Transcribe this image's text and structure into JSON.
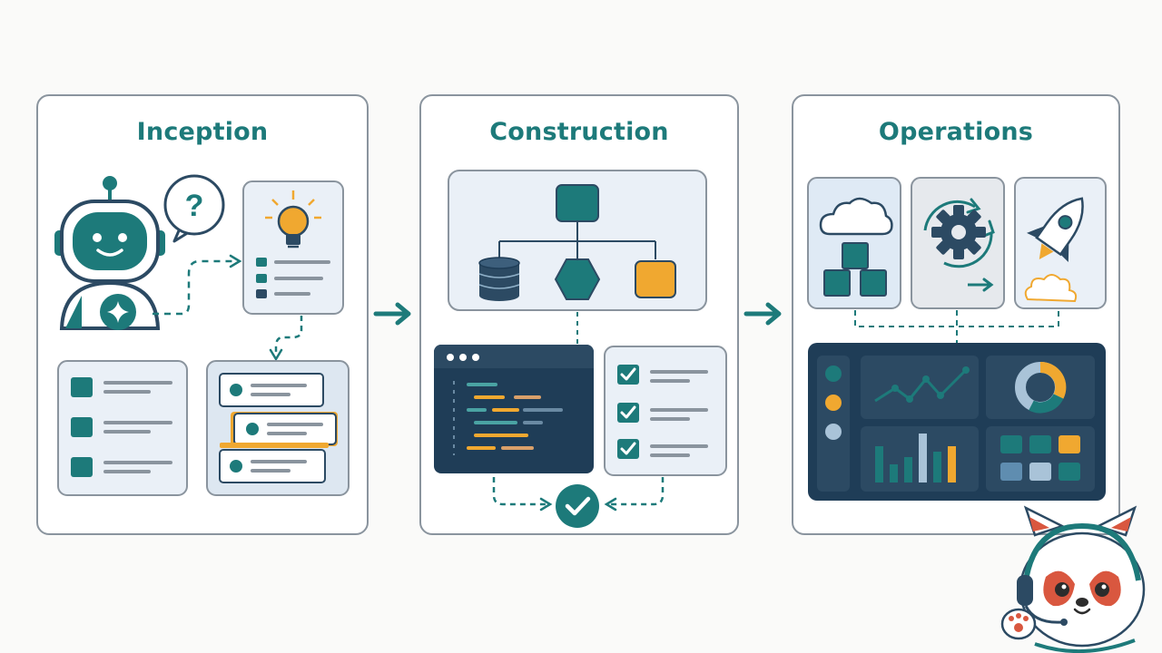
{
  "colors": {
    "teal": "#1d7a7a",
    "navy": "#2c4a63",
    "gold": "#f0a830",
    "line": "#8a949e",
    "panel_bg": "#eaf0f7",
    "screen": "#1f3d57",
    "fox_red": "#d9573f"
  },
  "phases": [
    {
      "title": "Inception"
    },
    {
      "title": "Construction"
    },
    {
      "title": "Operations"
    }
  ],
  "icons": {
    "question": "?"
  }
}
